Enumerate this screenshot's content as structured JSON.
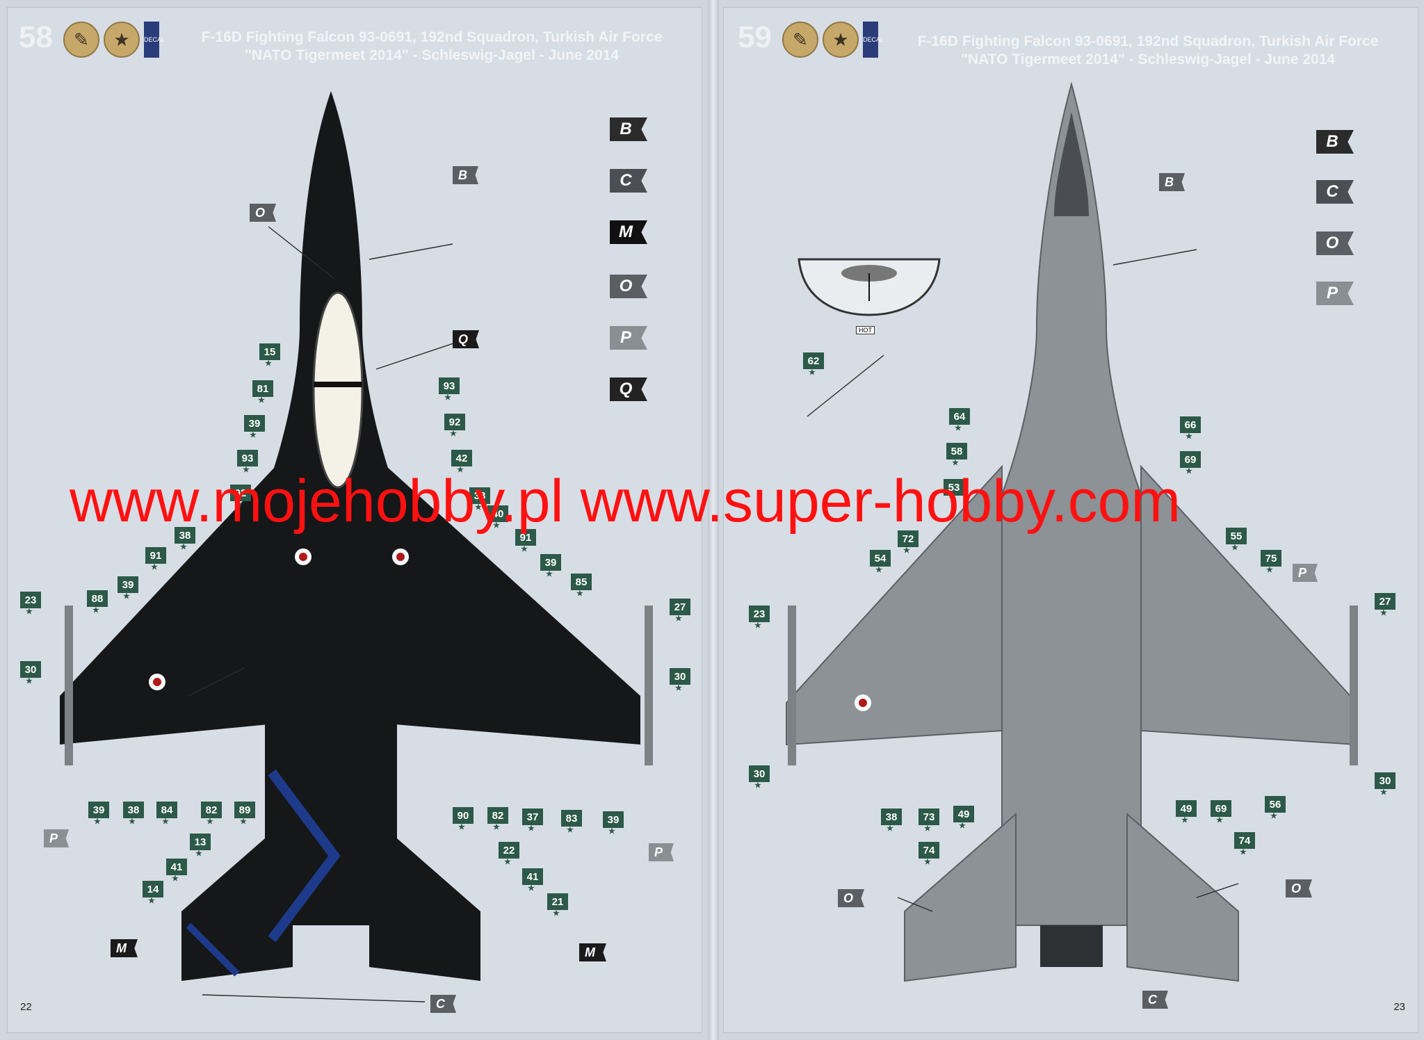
{
  "watermark": "www.mojehobby.pl www.super-hobby.com",
  "colors": {
    "black_paint": "#151719",
    "grey_paint": "#8d9296",
    "page_bg": "#d7dde5",
    "label_green": "#2c5948",
    "watermark_red": "#ff1111"
  },
  "left": {
    "step": "58",
    "title_line1": "F-16D Fighting Falcon 93-0691, 192nd Squadron, Turkish Air Force",
    "title_line2": "\"NATO Tigermeet 2014\" - Schleswig-Jagel - June 2014",
    "page_number": "22",
    "paint_flags": [
      "B",
      "C",
      "M",
      "O",
      "P",
      "Q"
    ],
    "callouts": [
      "B",
      "O",
      "Q",
      "M",
      "M",
      "C",
      "P",
      "P"
    ],
    "decal_numbers": [
      "15",
      "81",
      "39",
      "93",
      "92",
      "38",
      "91",
      "39",
      "23",
      "88",
      "30",
      "39",
      "38",
      "84",
      "82",
      "89",
      "13",
      "41",
      "14",
      "93",
      "92",
      "42",
      "40",
      "91",
      "39",
      "85",
      "27",
      "30",
      "90",
      "82",
      "37",
      "83",
      "39",
      "22",
      "41",
      "21",
      "38"
    ]
  },
  "right": {
    "step": "59",
    "title_line1": "F-16D Fighting Falcon 93-0691, 192nd Squadron, Turkish Air Force",
    "title_line2": "\"NATO Tigermeet 2014\" - Schleswig-Jagel - June 2014",
    "page_number": "23",
    "paint_flags": [
      "B",
      "C",
      "O",
      "P"
    ],
    "callouts": [
      "B",
      "P",
      "O",
      "O",
      "C"
    ],
    "decal_numbers": [
      "62",
      "64",
      "58",
      "53",
      "72",
      "54",
      "23",
      "30",
      "38",
      "73",
      "49",
      "74",
      "66",
      "69",
      "55",
      "75",
      "27",
      "30",
      "56",
      "69",
      "49",
      "74"
    ],
    "inset_note": "HOT"
  }
}
